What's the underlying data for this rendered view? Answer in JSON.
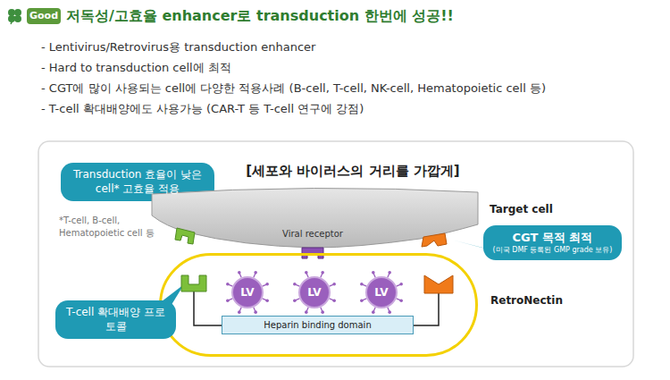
{
  "diagram": {
    "title": "저독성/고효율 enhancer로 transduction 한번에 성공!!",
    "nodes": [
      {
        "text": [
          "Transduction 효율이 낮은 cell* 고효율 적용"
        ]
      },
      {
        "text": [
          "Target cell"
        ]
      },
      {
        "text": [
          "CGT 목적 최적",
          "(미국 DMF 등록된 GMP grade 보유)"
        ]
      },
      {
        "text": [
          "RetroNectin"
        ]
      },
      {
        "text": [
          "LV"
        ],
        "in": 3
      },
      {
        "text": [
          "LV"
        ],
        "in": 3
      },
      {
        "text": [
          "LV"
        ],
        "in": 3
      },
      {
        "text": [
          "Heparin binding domain"
        ],
        "in": 3
      },
      {
        "text": [
          "T-cell 확대배양 프로토콜"
        ]
      }
    ],
    "labels": [
      "Good",
      "- Lentivirus/Retrovirus용 transduction enhancer",
      "- Hard to transduction cell에 최적",
      "- CGT에 많이 사용되는 cell에 다양한 적용사례 (B-cell, T-cell, NK-cell, Hematopoietic cell 등)",
      "- T-cell 확대배양에도 사용가능 (CAR-T 등 T-cell 연구에 강점)",
      "[세포와 바이러스의 거리를 가깝게]",
      "*T-cell, B-cell, Hematopoietic cell 등",
      "Viral receptor"
    ]
  }
}
